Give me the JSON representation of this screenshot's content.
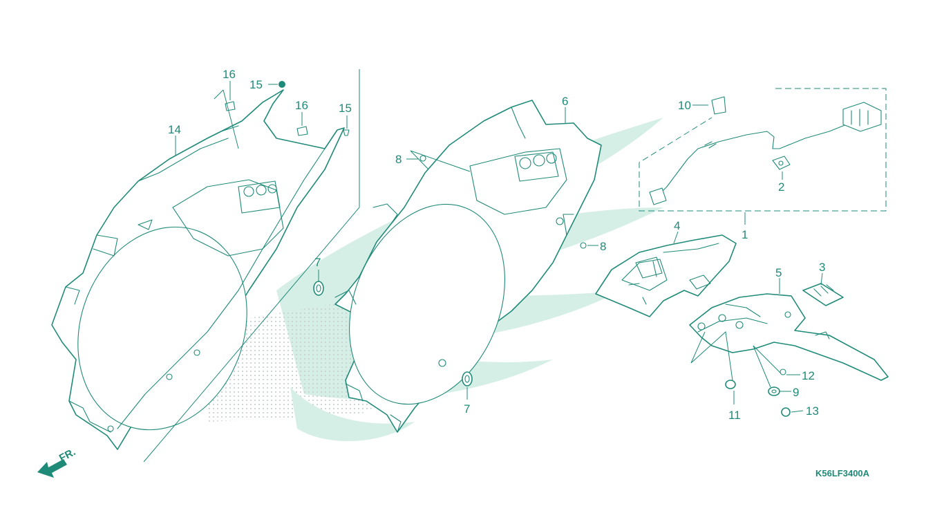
{
  "diagram": {
    "code": "K56LF3400A",
    "front_arrow_label": "FR.",
    "accent_color": "#1f8a78",
    "watermark_color": "#d6efe6"
  },
  "callouts": {
    "c1": "1",
    "c2": "2",
    "c3": "3",
    "c4": "4",
    "c5": "5",
    "c6": "6",
    "c7a": "7",
    "c7b": "7",
    "c8a": "8",
    "c8b": "8",
    "c9": "9",
    "c10": "10",
    "c11": "11",
    "c12": "12",
    "c13": "13",
    "c14": "14",
    "c15a": "15",
    "c15b": "15",
    "c16a": "16",
    "c16b": "16"
  }
}
